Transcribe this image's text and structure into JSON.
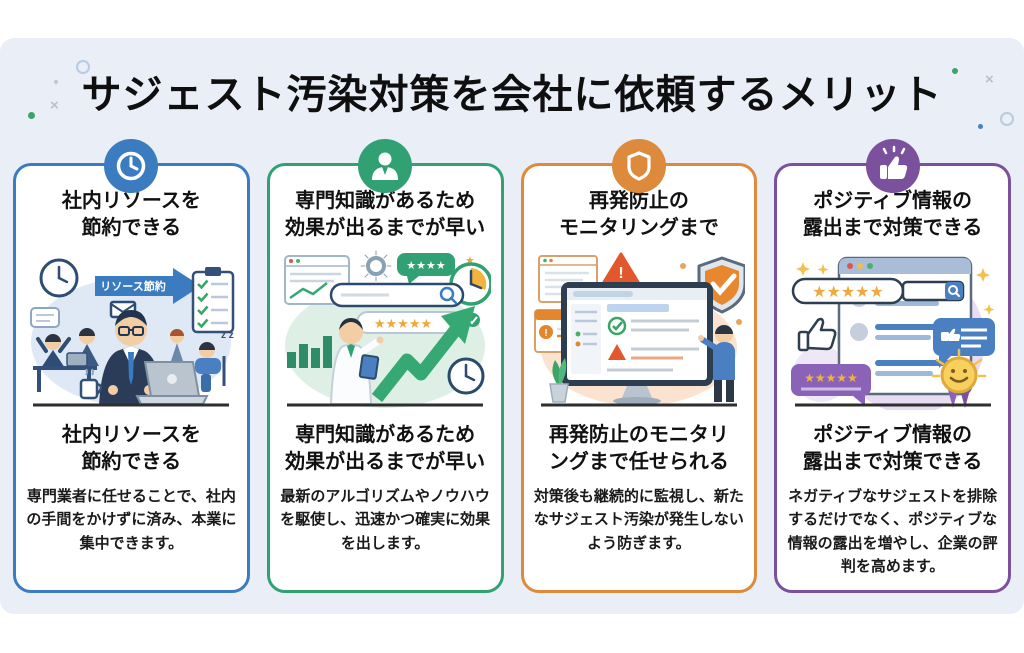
{
  "title": "サジェスト汚染対策を会社に依頼するメリット",
  "theme": {
    "page_background": "#ffffff",
    "panel_background": "#e9eef7",
    "heading_color": "#111111",
    "body_color": "#1a1a1a"
  },
  "decorations": {
    "sparkle_glyph": "×"
  },
  "cards": [
    {
      "icon": "clock-icon",
      "accent_color": "#3b7cc0",
      "top_heading": "社内リソースを\n節約できる",
      "bottom_heading": "社内リソースを\n節約できる",
      "body": "専門業者に任せることで、社内の手間をかけずに済み、本業に集中できます。",
      "illustration": {
        "arrow_label": "リソース節約",
        "sleep_marks": "z z"
      }
    },
    {
      "icon": "consultant-icon",
      "accent_color": "#31a173",
      "top_heading": "専門知識があるため\n効果が出るまでが早い",
      "bottom_heading": "専門知識があるため\n効果が出るまでが早い",
      "body": "最新のアルゴリズムやノウハウを駆使し、迅速かつ確実に効果を出します。",
      "illustration": {
        "bubble_stars": "★★★★",
        "rating_stars": "★★★★★",
        "muted_star": "★",
        "accent_star": "★"
      }
    },
    {
      "icon": "shield-icon",
      "accent_color": "#de8a3c",
      "top_heading": "再発防止の\nモニタリングまで",
      "bottom_heading": "再発防止のモニタリ\nングまで任せられる",
      "body": "対策後も継続的に監視し、新たなサジェスト汚染が発生しないよう防ぎます。",
      "illustration": {
        "warning_mark": "!",
        "alert_mark": "!"
      }
    },
    {
      "icon": "thumbs-up-icon",
      "accent_color": "#7b509c",
      "top_heading": "ポジティブ情報の\n露出まで対策できる",
      "bottom_heading": "ポジティブ情報の\n露出まで対策できる",
      "body": "ネガティブなサジェストを排除するだけでなく、ポジティブな情報の露出を増やし、企業の評判を高めます。",
      "illustration": {
        "rating_stars": "★★★★★",
        "bubble_stars": "★★★★★"
      }
    }
  ]
}
